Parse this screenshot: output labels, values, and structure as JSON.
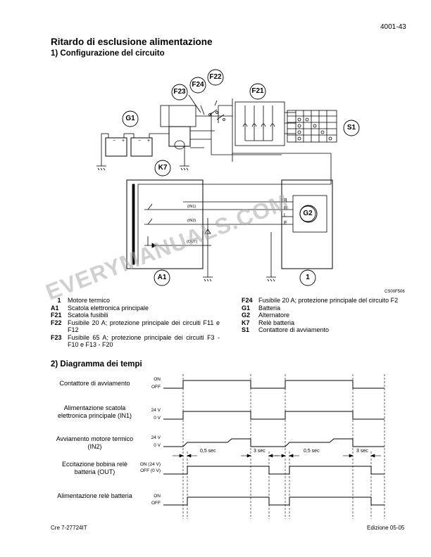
{
  "header": {
    "page_number": "4001-43"
  },
  "title": "Ritardo di esclusione alimentazione",
  "section1": {
    "heading": "1) Configurazione del circuito"
  },
  "diagram": {
    "labels": {
      "g1": "G1",
      "f22": "F22",
      "f23": "F23",
      "f24": "F24",
      "f21": "F21",
      "s1": "S1",
      "k7": "K7",
      "g2": "G2",
      "a1": "A1",
      "one": "1"
    },
    "module_lines": {
      "in1": "(IN1)",
      "in2": "(IN2)",
      "out": "(OUT)"
    },
    "alt_terminals": [
      "B",
      "R",
      "L",
      "E"
    ],
    "figure_code": "CS00F506"
  },
  "legend": {
    "left": [
      {
        "code": "1",
        "text": "Motore termico"
      },
      {
        "code": "A1",
        "text": "Scatola elettronica principale"
      },
      {
        "code": "F21",
        "text": "Scatola fusibili"
      },
      {
        "code": "F22",
        "text": "Fusibile 20 A; protezione principale dei circuiti F11 e F12"
      },
      {
        "code": "F23",
        "text": "Fusibile 65 A; protezione principale dei circuiti F3 - F10 e F13 - F20"
      }
    ],
    "right": [
      {
        "code": "F24",
        "text": "Fusibile 20 A; protezione principale del circuito F2"
      },
      {
        "code": "G1",
        "text": "Batteria"
      },
      {
        "code": "G2",
        "text": "Alternatore"
      },
      {
        "code": "K7",
        "text": "Relè batteria"
      },
      {
        "code": "S1",
        "text": "Contattore di avviamento"
      }
    ]
  },
  "section2": {
    "heading": "2) Diagramma dei tempi"
  },
  "timing": {
    "rows": [
      {
        "label": "Contattore di avviamento",
        "high": "ON",
        "low": "OFF"
      },
      {
        "label": "Alimentazione scatola elettronica principale (IN1)",
        "high": "24 V",
        "low": "0 V"
      },
      {
        "label": "Avviamento motore termico (IN2)",
        "high": "24 V",
        "low": "0 V"
      },
      {
        "label": "Eccitazione bobina relè batteria (OUT)",
        "high": "ON (24 V)",
        "low": "OFF (0 V)"
      },
      {
        "label": "Alimentazione relè batteria",
        "high": "ON",
        "low": "OFF"
      }
    ],
    "durations": [
      "0,5 sec",
      "3 sec",
      "0,5 sec",
      "3 sec"
    ]
  },
  "watermark": "EVERYMANUALS.COM",
  "footer": {
    "left": "Cre  7-27724IT",
    "right": "Edizione 05-05"
  }
}
